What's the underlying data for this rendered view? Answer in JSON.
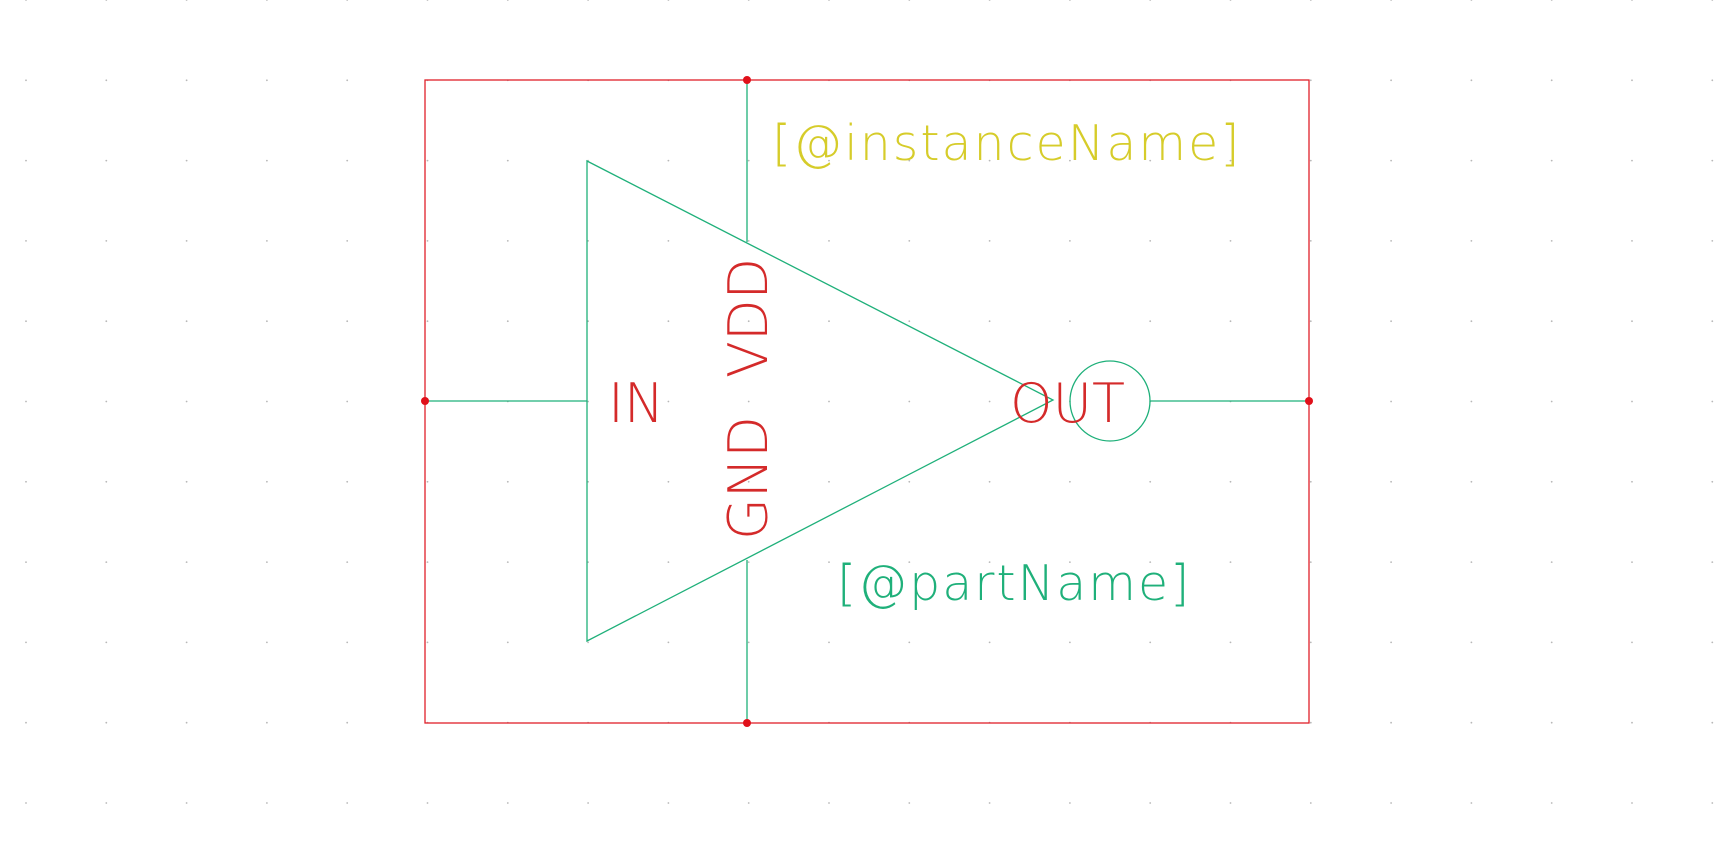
{
  "symbol": {
    "instance_name": "[@instanceName]",
    "part_name": "[@partName]",
    "pins": {
      "in": "IN",
      "out": "OUT",
      "vdd": "VDD",
      "gnd": "GND"
    }
  },
  "colors": {
    "frame": "#e0202a",
    "pin_dot": "#e0101a",
    "body": "#1fb07a",
    "pin_label": "#d42a2a",
    "instance_label": "#d6cc2a",
    "part_label": "#1fb07a",
    "grid": "#b8b8b8",
    "background": "#ffffff"
  },
  "icons": {
    "buffer": "buffer-triangle-icon",
    "inverter_bubble": "inversion-bubble-icon"
  }
}
